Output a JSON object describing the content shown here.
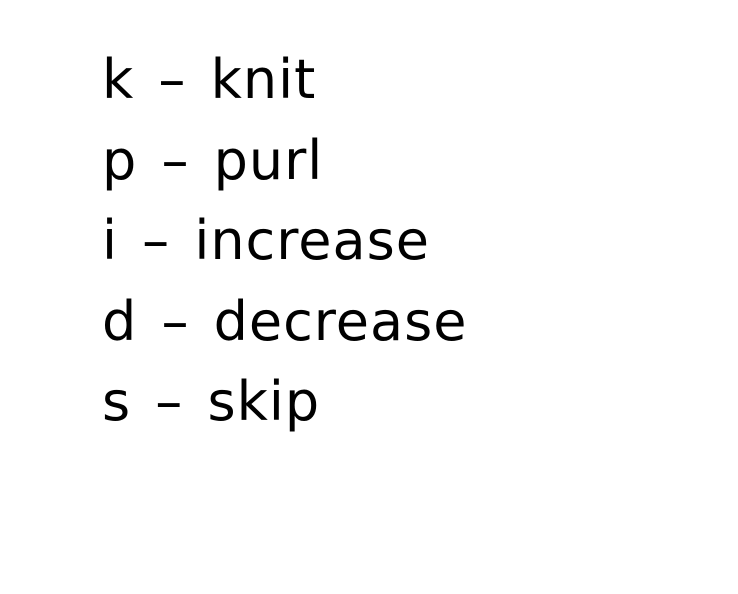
{
  "legend": {
    "items": [
      "k – knit",
      "p – purl",
      "i – increase",
      "d – decrease",
      "s – skip"
    ]
  }
}
